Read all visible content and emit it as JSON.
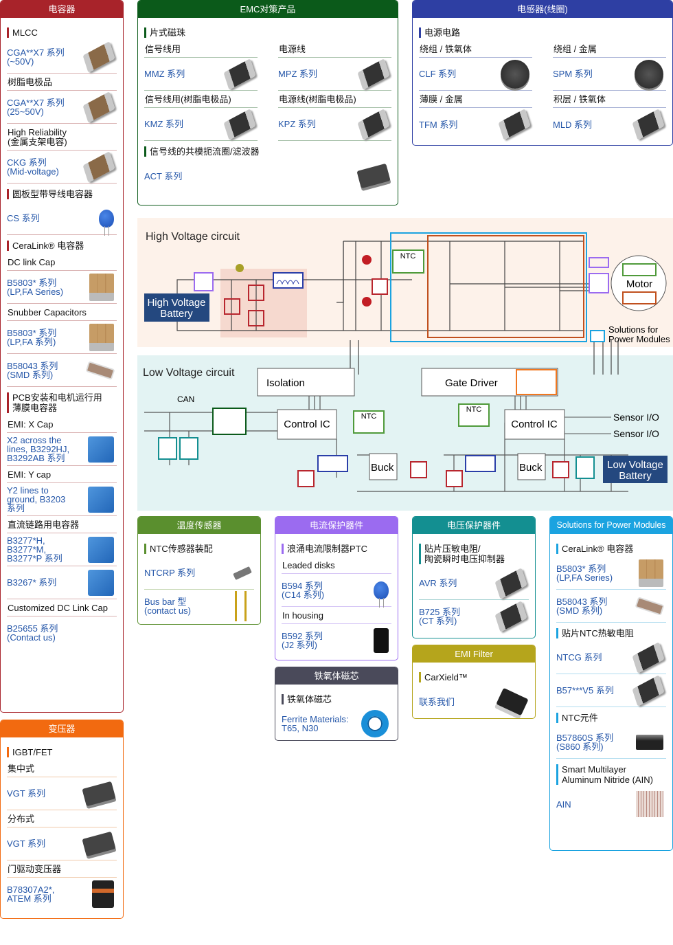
{
  "cards": {
    "capacitor": {
      "title": "电容器",
      "accent": "#a8232a",
      "line": "#d9b0b0",
      "items": [
        {
          "type": "section",
          "text": "MLCC"
        },
        {
          "type": "link",
          "text": "CGA**X7 系列\n(~50V)",
          "img": "chip-brown"
        },
        {
          "type": "sub",
          "text": "树脂电极品"
        },
        {
          "type": "link",
          "text": "CGA**X7 系列\n(25~50V)",
          "img": "chip-brown"
        },
        {
          "type": "sub",
          "text": "High Reliability\n(金属支架电容)"
        },
        {
          "type": "link",
          "text": "CKG 系列\n(Mid-voltage)",
          "img": "chip-brown"
        },
        {
          "type": "section",
          "text": "圆板型带导线电容器"
        },
        {
          "type": "link",
          "text": "CS 系列",
          "img": "disk-blue"
        },
        {
          "type": "section",
          "text": "CeraLink® 电容器"
        },
        {
          "type": "sub",
          "text": "DC link Cap"
        },
        {
          "type": "link",
          "text": "B5803* 系列\n(LP,FA Series)",
          "img": "ceralink"
        },
        {
          "type": "sub",
          "text": "Snubber Capacitors"
        },
        {
          "type": "link",
          "text": "B5803* 系列\n(LP,FA 系列)",
          "img": "ceralink"
        },
        {
          "type": "link",
          "text": "B58043 系列\n(SMD 系列)",
          "img": "smd-flat"
        },
        {
          "type": "section",
          "text": "PCB安装和电机运行用\n薄膜电容器"
        },
        {
          "type": "sub",
          "text": "EMI: X Cap"
        },
        {
          "type": "link",
          "text": "X2  across the\nlines, B3292HJ,\nB3292AB 系列",
          "img": "film-blue"
        },
        {
          "type": "sub",
          "text": "EMI: Y cap"
        },
        {
          "type": "link",
          "text": "Y2 lines to\nground, B3203\n系列",
          "img": "film-blue"
        },
        {
          "type": "sub",
          "text": "直流链路用电容器"
        },
        {
          "type": "link",
          "text": "B3277*H,\nB3277*M,\nB3277*P 系列",
          "img": "film-blue"
        },
        {
          "type": "link",
          "text": "B3267* 系列",
          "img": "film-blue"
        },
        {
          "type": "sub",
          "text": "Customized DC Link Cap"
        },
        {
          "type": "link",
          "text": "B25655 系列\n(Contact us)",
          "img": "",
          "last": true
        }
      ]
    },
    "transformer": {
      "title": "变压器",
      "accent": "#f26a10",
      "line": "#f0c8a8",
      "items": [
        {
          "type": "section",
          "text": "IGBT/FET"
        },
        {
          "type": "sub",
          "text": "集中式"
        },
        {
          "type": "link",
          "text": "VGT 系列",
          "img": "transformer"
        },
        {
          "type": "sub",
          "text": "分布式"
        },
        {
          "type": "link",
          "text": "VGT 系列",
          "img": "transformer"
        },
        {
          "type": "sub",
          "text": "门驱动变压器"
        },
        {
          "type": "link",
          "text": "B78307A2*,\nATEM 系列",
          "img": "atem",
          "last": true
        }
      ]
    },
    "emc": {
      "title": "EMC对策产品",
      "accent": "#0b5a1a",
      "line": "#a9c2ab",
      "items": [
        {
          "type": "section",
          "text": "片式磁珠"
        },
        {
          "type": "row2",
          "cols": [
            [
              {
                "type": "sub",
                "text": "信号线用"
              },
              {
                "type": "link",
                "text": "MMZ 系列",
                "img": "chip-black"
              },
              {
                "type": "sub",
                "text": "信号线用(树脂电极品)"
              },
              {
                "type": "link",
                "text": "KMZ 系列",
                "img": "chip-black"
              }
            ],
            [
              {
                "type": "sub",
                "text": "电源线"
              },
              {
                "type": "link",
                "text": "MPZ 系列",
                "img": "chip-black"
              },
              {
                "type": "sub",
                "text": "电源线(树脂电极品)"
              },
              {
                "type": "link",
                "text": "KPZ 系列",
                "img": "chip-black"
              }
            ]
          ]
        },
        {
          "type": "section",
          "text": "信号线的共模扼流圈/滤波器"
        },
        {
          "type": "link",
          "text": "ACT 系列",
          "img": "cmc",
          "last": true
        }
      ]
    },
    "inductor": {
      "title": "电感器(线圈)",
      "accent": "#2e3fa3",
      "line": "#a9b2d6",
      "items": [
        {
          "type": "section",
          "text": "电源电路"
        },
        {
          "type": "row2",
          "cols": [
            [
              {
                "type": "sub",
                "text": "绕组 / 铁氧体"
              },
              {
                "type": "link",
                "text": "CLF 系列",
                "img": "round"
              },
              {
                "type": "sub",
                "text": "薄膜 / 金属"
              },
              {
                "type": "link",
                "text": "TFM 系列",
                "img": "chip-black",
                "last": true
              }
            ],
            [
              {
                "type": "sub",
                "text": "绕组 / 金属"
              },
              {
                "type": "link",
                "text": "SPM 系列",
                "img": "round"
              },
              {
                "type": "sub",
                "text": "积层 / 铁氧体"
              },
              {
                "type": "link",
                "text": "MLD 系列",
                "img": "chip-black",
                "last": true
              }
            ]
          ]
        }
      ]
    },
    "temp": {
      "title": "温度传感器",
      "accent": "#5a8f2e",
      "line": "#c4d6b0",
      "items": [
        {
          "type": "section",
          "text": "NTC传感器装配"
        },
        {
          "type": "link",
          "text": "NTCRP 系列",
          "img": "probe"
        },
        {
          "type": "link",
          "text": "Bus bar 型\n(contact us)",
          "img": "pins",
          "last": true
        }
      ]
    },
    "current": {
      "title": "电流保护器件",
      "accent": "#9b6bf0",
      "line": "#d6c6f6",
      "items": [
        {
          "type": "section",
          "text": "浪涌电流限制器PTC"
        },
        {
          "type": "sub",
          "text": "Leaded disks"
        },
        {
          "type": "link",
          "text": "B594 系列\n(C14 系列)",
          "img": "disk-blue"
        },
        {
          "type": "sub",
          "text": "In housing"
        },
        {
          "type": "link",
          "text": "B592 系列\n(J2 系列)",
          "img": "black",
          "last": true
        }
      ]
    },
    "ferrite": {
      "title": "铁氧体磁芯",
      "accent": "#4a4a5a",
      "line": "#c0c0c8",
      "items": [
        {
          "type": "section",
          "text": "铁氧体磁芯"
        },
        {
          "type": "link",
          "text": "Ferrite Materials:\nT65, N30",
          "img": "ring",
          "last": true
        }
      ]
    },
    "voltage": {
      "title": "电压保护器件",
      "accent": "#138f91",
      "line": "#a9d4d4",
      "items": [
        {
          "type": "section",
          "text": "贴片压敏电阻/\n陶瓷瞬时电压抑制器"
        },
        {
          "type": "link",
          "text": "AVR 系列",
          "img": "chip-black"
        },
        {
          "type": "link",
          "text": "B725 系列\n(CT 系列)",
          "img": "chip-black",
          "last": true
        }
      ]
    },
    "emi": {
      "title": "EMI Filter",
      "accent": "#b5a51c",
      "line": "#e0d9a8",
      "items": [
        {
          "type": "section",
          "text": "CarXield™"
        },
        {
          "type": "link",
          "text": "联系我们",
          "img": "carxield",
          "last": true
        }
      ]
    },
    "power": {
      "title": "Solutions for Power Modules",
      "accent": "#1ba3e0",
      "line": "#b0dcef",
      "items": [
        {
          "type": "section",
          "text": "CeraLink® 电容器"
        },
        {
          "type": "link",
          "text": "B5803* 系列\n(LP,FA Series)",
          "img": "ceralink"
        },
        {
          "type": "link",
          "text": "B58043 系列\n(SMD 系列)",
          "img": "smd-flat"
        },
        {
          "type": "section",
          "text": "贴片NTC热敏电阻"
        },
        {
          "type": "link",
          "text": "NTCG 系列",
          "img": "chip-black"
        },
        {
          "type": "link",
          "text": "B57***V5 系列",
          "img": "chip-black"
        },
        {
          "type": "section",
          "text": "NTC元件"
        },
        {
          "type": "link",
          "text": "B57860S 系列\n(S860 系列)",
          "img": "slab"
        },
        {
          "type": "section",
          "text": "Smart Multilayer\nAluminum Nitride (AIN)"
        },
        {
          "type": "link",
          "text": "AIN",
          "img": "ain",
          "last": true
        }
      ]
    }
  },
  "diagram": {
    "hv_title": "High Voltage circuit",
    "lv_title": "Low Voltage circuit",
    "hv_battery": "High Voltage\nBattery",
    "hv_battery_l1": "High Voltage",
    "hv_battery_l2": "Battery",
    "lv_battery_l1": "Low Voltage",
    "lv_battery_l2": "Battery",
    "ntc": "NTC",
    "motor": "Motor",
    "legend_l1": "Solutions for",
    "legend_l2": "Power Modules",
    "isolation": "Isolation",
    "gate_driver": "Gate Driver",
    "control_ic": "Control IC",
    "can": "CAN",
    "buck": "Buck",
    "sensor_io": "Sensor I/O",
    "colors": {
      "hv_bg": "#fdf2ea",
      "lv_bg": "#e3f3f3",
      "battery": "#24487f",
      "capacitor": "#b8262e",
      "inductor": "#2a3ea8",
      "ntc": "#4f9a3a",
      "varistor": "#138f91",
      "module": "#1ba3e0",
      "inverter": "#c0501e",
      "ptc": "#9b6bf0"
    }
  }
}
